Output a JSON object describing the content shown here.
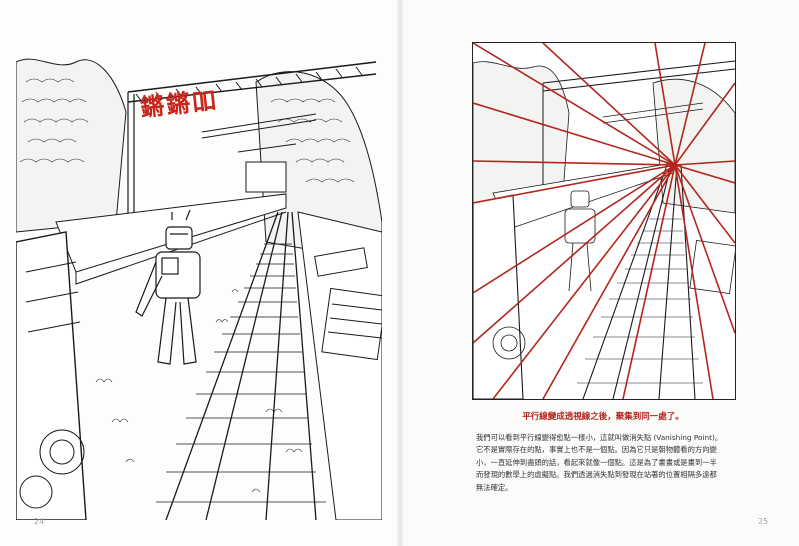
{
  "left_page": {
    "sound_effect": "鏘鏘吅",
    "page_number": "24"
  },
  "right_page": {
    "caption": "平行線變成透視線之後，聚集到同一處了。",
    "paragraph_lines": [
      "我們可以看到平行線變得愈點一樣小，這就叫做消失點 (Vanishing Point)。",
      "它不是實際存在的點，事實上也不是一個點。因為它只是朝物體看的方向變",
      "小，一直延伸到盡頭的話，看起來就像一個點。這是為了畫畫或是畫到一半",
      "而發現的數學上的虛擬點。我們透過消失點到發現在站著的位置相隔多遠都",
      "無法確定。"
    ],
    "page_number": "25"
  },
  "colors": {
    "ink": "#1a1a1a",
    "accent_red": "#b3261e",
    "page": "#fdfdfc"
  }
}
